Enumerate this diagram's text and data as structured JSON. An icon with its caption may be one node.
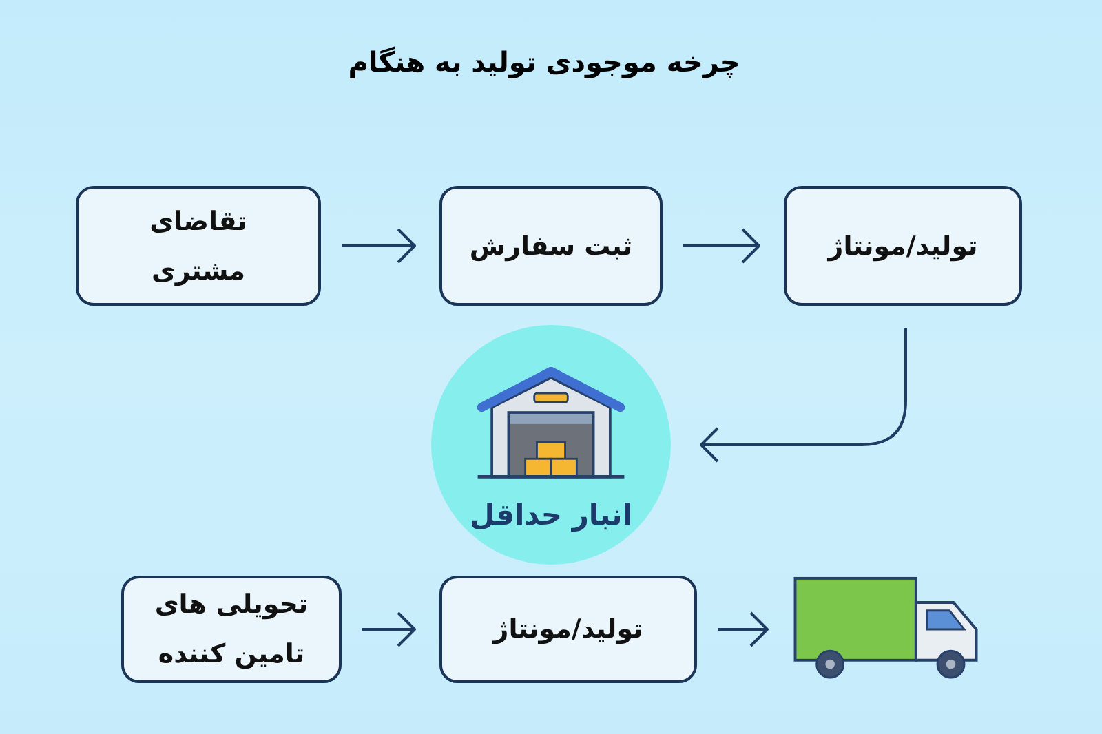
{
  "diagram": {
    "title": "چرخه موجودی تولید به هنگام",
    "nodes": [
      {
        "text": [
          "تقاضای مشتری"
        ]
      },
      {
        "text": [
          "ثبت سفارش"
        ]
      },
      {
        "text": [
          "تولید/مونتاژ"
        ]
      },
      {
        "text": [
          "انبار حداقل"
        ]
      },
      {
        "text": [
          "تحویلی های تامین کننده"
        ]
      },
      {
        "text": [
          "تولید/مونتاژ"
        ]
      },
      {
        "text": [],
        "shape": "truck"
      }
    ],
    "edges": [
      {
        "from": 0,
        "to": 1,
        "arrow": "to"
      },
      {
        "from": 1,
        "to": 2,
        "arrow": "to"
      },
      {
        "from": 2,
        "to": 3,
        "arrow": "to"
      },
      {
        "from": 4,
        "to": 5,
        "arrow": "to"
      },
      {
        "from": 5,
        "to": 6,
        "arrow": "to"
      }
    ]
  }
}
